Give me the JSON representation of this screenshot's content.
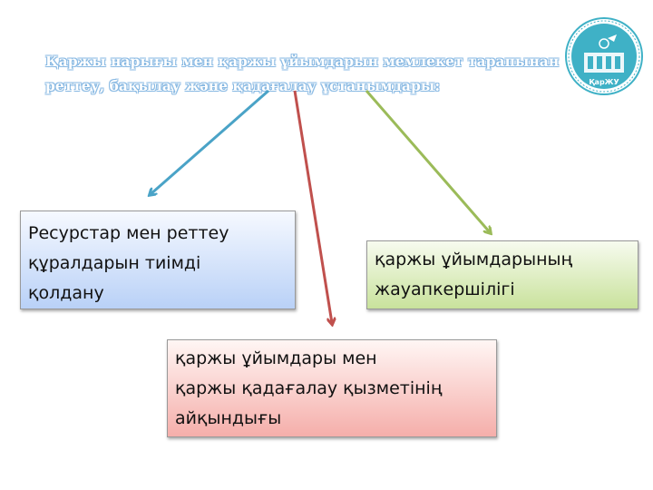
{
  "title": {
    "line1": "Қаржы нарығы мен қаржы ұйымдарын мемлекет тарапынан",
    "line2": "реттеу, бақылау және қадағалау ұстанымдары:"
  },
  "logo": {
    "text": "ҚарЖУ"
  },
  "boxes": {
    "left": {
      "lines": [
        "Ресурстар мен реттеу",
        "құралдарын тиімді",
        "қолдану"
      ]
    },
    "right": {
      "lines": [
        "қаржы ұйымдарының",
        "жауапкершілігі"
      ]
    },
    "bottom": {
      "lines": [
        "қаржы ұйымдары мен",
        "қаржы қадағалау қызметінің",
        "айқындығы"
      ]
    }
  },
  "colors": {
    "arrow_left": "#4aa3c7",
    "arrow_middle": "#c0504d",
    "arrow_right": "#9bbb59",
    "logo_teal": "#3fb1c6"
  }
}
